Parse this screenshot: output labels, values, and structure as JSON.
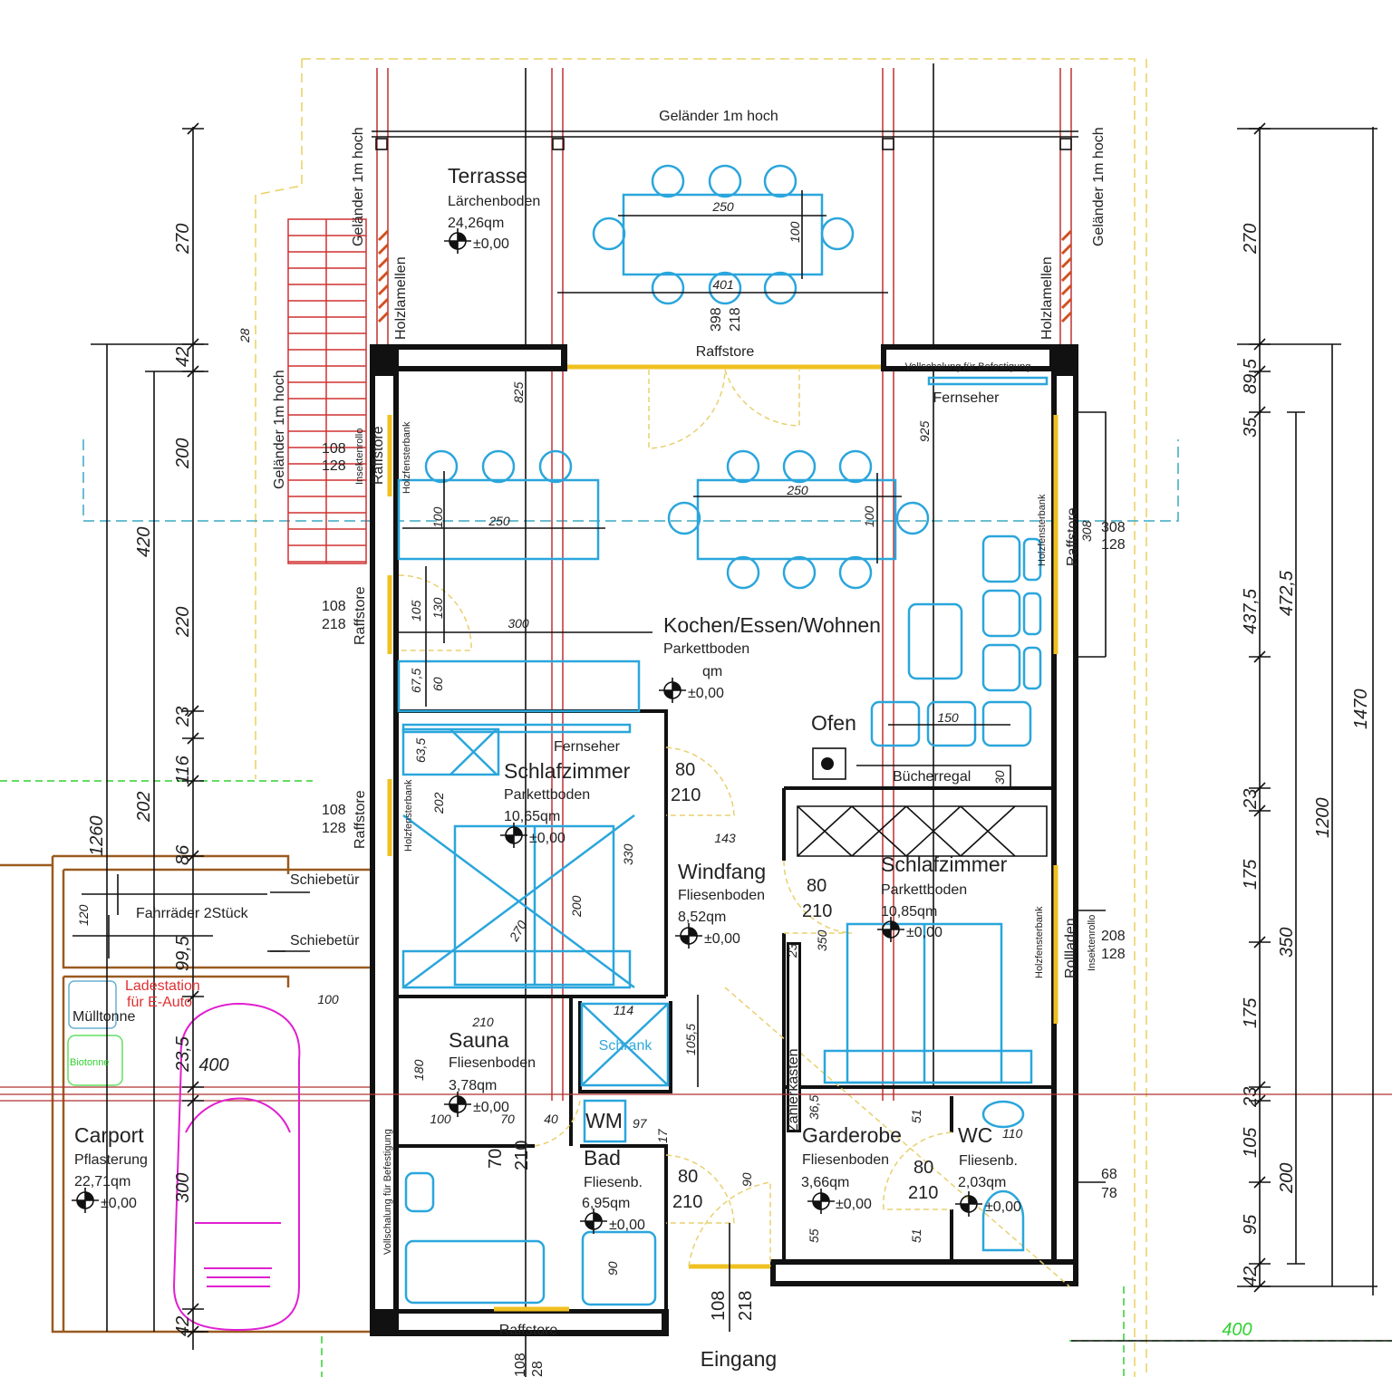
{
  "colors": {
    "wall": "#111111",
    "furniture": "#2aa6dc",
    "glazing": "#f0c020",
    "posts": "#c03030",
    "car": "#e020d0",
    "carport": "#9a5a20",
    "ladestation": "#e03030",
    "biotonne": "#30d030"
  },
  "terrace": {
    "railing_top": "Geländer 1m hoch",
    "railing_left": "Geländer 1m hoch",
    "railing_right": "Geländer 1m hoch",
    "railing_stair": "Geländer 1m hoch",
    "name": "Terrasse",
    "floor": "Lärchenboden",
    "area": "24,26qm",
    "level": "±0,00",
    "slats_left": "Holzlamellen",
    "slats_right": "Holzlamellen",
    "dims": [
      "250",
      "100",
      "401",
      "398",
      "218"
    ],
    "raffstore": "Raffstore"
  },
  "living": {
    "name": "Kochen/Essen/Wohnen",
    "floor": "Parkettboden",
    "area": "qm",
    "level": "±0,00",
    "tv": "Fernseher",
    "formwork": "Vollschalung für Befestigung",
    "oven": "Ofen",
    "bookshelf": "Bücherregal",
    "dims": [
      "825",
      "925",
      "250",
      "100",
      "300",
      "105",
      "130",
      "67,5",
      "60",
      "250",
      "100",
      "150",
      "308",
      "30"
    ]
  },
  "west_windows": [
    {
      "label": "Raffstore",
      "top": "108",
      "bottom": "128",
      "extra1": "Insektenrollo",
      "extra2": "Holzfensterbank"
    },
    {
      "label": "Raffstore",
      "top": "108",
      "bottom": "218"
    },
    {
      "label": "Raffstore",
      "top": "108",
      "bottom": "128",
      "extra2": "Holzfensterbank"
    }
  ],
  "east_windows": [
    {
      "label": "Raffstore",
      "top": "308",
      "bottom": "128",
      "extra2": "Holzfensterbank"
    },
    {
      "label": "Rollladen",
      "top": "208",
      "bottom": "128",
      "extra1": "Insektenrollo",
      "extra2": "Holzfensterbank"
    },
    {
      "top": "68",
      "bottom": "78"
    }
  ],
  "bedroom1": {
    "tv": "Fernseher",
    "name": "Schlafzimmer",
    "floor": "Parkettboden",
    "area": "10,65qm",
    "level": "±0,00",
    "door_w": "80",
    "door_h": "210",
    "dims": [
      "63,5",
      "202",
      "330",
      "200",
      "270",
      "143"
    ]
  },
  "windfang": {
    "name": "Windfang",
    "floor": "Fliesenboden",
    "area": "8,52qm",
    "level": "±0,00",
    "door_w": "80",
    "door_h": "210"
  },
  "bedroom2": {
    "name": "Schlafzimmer",
    "floor": "Parkettboden",
    "area": "10,85qm",
    "level": "±0,00",
    "dims": [
      "350",
      "23"
    ]
  },
  "sauna": {
    "name": "Sauna",
    "floor": "Fliesenboden",
    "area": "3,78qm",
    "level": "±0,00",
    "door_w": "70",
    "door_h": "210",
    "dims": [
      "210",
      "180",
      "100",
      "70",
      "40"
    ]
  },
  "closet": {
    "name": "Schrank",
    "dims": [
      "114",
      "105,5"
    ]
  },
  "bath": {
    "wm": "WM",
    "wm_dim": "97",
    "name": "Bad",
    "floor": "Fliesenb.",
    "area": "6,95qm",
    "level": "±0,00",
    "door_w": "80",
    "door_h": "210",
    "dims": [
      "90",
      "90",
      "17"
    ],
    "formwork": "Vollschalung für Befestigung",
    "raffstore": "Raffstore",
    "raff_top": "108",
    "raff_bottom": "28"
  },
  "garderobe": {
    "name": "Garderobe",
    "floor": "Fliesenboden",
    "area": "3,66qm",
    "level": "±0,00",
    "meter": "Zählerkasten",
    "door_w": "80",
    "door_h": "210",
    "dims": [
      "36,5",
      "51",
      "55",
      "51"
    ]
  },
  "wc": {
    "name": "WC",
    "dim": "110",
    "floor": "Fliesenb.",
    "area": "2,03qm",
    "level": "±0,00"
  },
  "entrance": {
    "name": "Eingang",
    "top": "108",
    "bottom": "218"
  },
  "carport": {
    "name": "Carport",
    "floor": "Pflasterung",
    "area": "22,71qm",
    "level": "±0,00",
    "bikes": "Fahrräder 2Stück",
    "sliding1": "Schiebetür",
    "sliding2": "Schiebetür",
    "charger_1": "Ladestation",
    "charger_2": "für E-Auto",
    "trash": "Mülltonne",
    "bio": "Biotonne",
    "dims": [
      "120",
      "100",
      "400"
    ]
  },
  "stair_dim": "28",
  "left_dims": {
    "outer": "1260",
    "mid": [
      "420",
      "202"
    ],
    "inner": [
      "270",
      "42",
      "200",
      "220",
      "23",
      "116",
      "86",
      "99,5",
      "23,5",
      "300",
      "42"
    ]
  },
  "right_dims": {
    "inner": [
      "270",
      "89,5",
      "35",
      "437,5",
      "23",
      "175",
      "175",
      "23",
      "105",
      "95",
      "42"
    ],
    "mid": [
      "472,5",
      "350",
      "200"
    ],
    "outer1": "1200",
    "outer2": "1470",
    "green": "400"
  }
}
